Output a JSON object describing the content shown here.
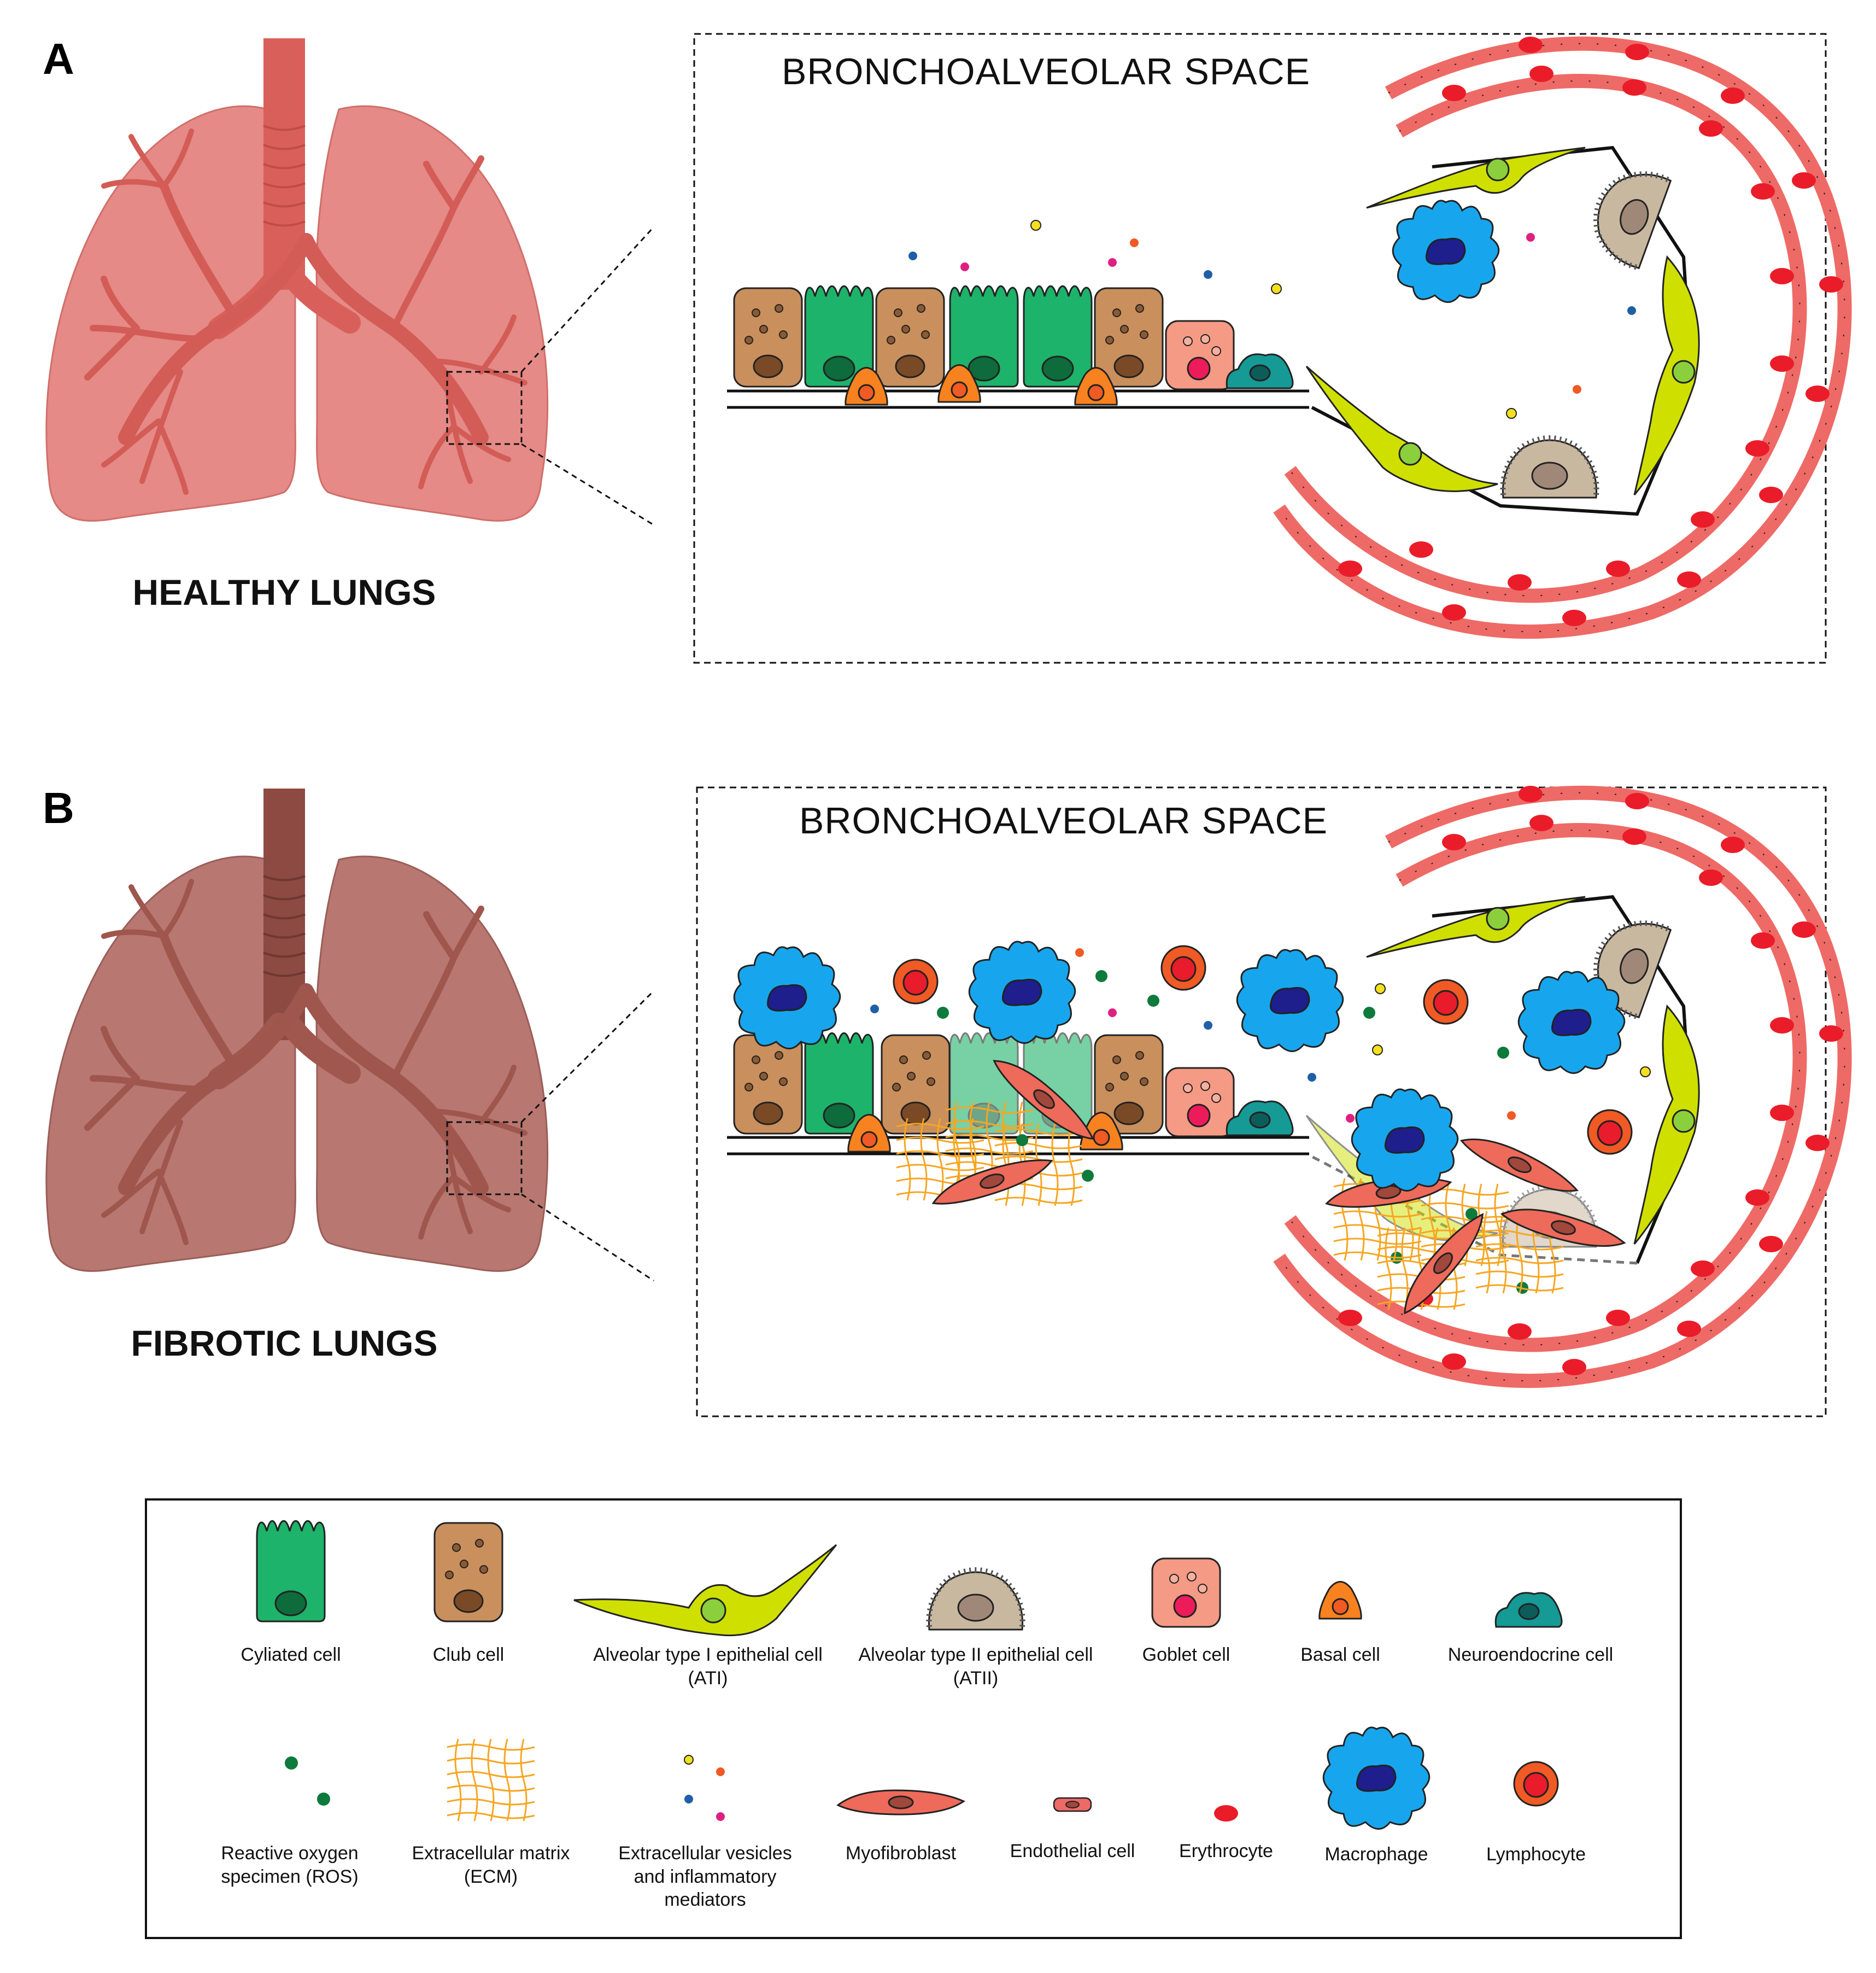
{
  "panels": [
    {
      "letter": "A",
      "caption": "HEALTHY LUNGS",
      "space_title": "BRONCHOALVEOLAR SPACE"
    },
    {
      "letter": "B",
      "caption": "FIBROTIC LUNGS",
      "space_title": "BRONCHOALVEOLAR SPACE"
    }
  ],
  "legend": {
    "row1": [
      "Cyliated cell",
      "Club cell",
      "Alveolar type I epithelial cell (ATI)",
      "Alveolar type II epithelial cell (ATII)",
      "Goblet cell",
      "Basal cell",
      "Neuroendocrine cell"
    ],
    "row2": [
      "Reactive oxygen specimen (ROS)",
      "Extracellular matrix (ECM)",
      "Extracellular vesicles and inflammatory mediators",
      "Myofibroblast",
      "Endothelial cell",
      "Erythrocyte",
      "Macrophage",
      "Lymphocyte"
    ]
  },
  "colors": {
    "healthy_lung": "#e58a86",
    "fibrotic_lung": "#b87770",
    "ciliated": "#1db36a",
    "club": "#c98f5c",
    "ati": "#cfe000",
    "atii": "#c9b8a0",
    "goblet": "#f59a84",
    "basal": "#f7821f",
    "neuroendocrine": "#159a95",
    "ros": "#0e7a3c",
    "ecm": "#f6a623",
    "myofibroblast": "#ee6a5a",
    "endothelial": "#ee6a66",
    "erythrocyte": "#ea1c2a",
    "macrophage": "#17a6ee",
    "lymphocyte": "#f05a24"
  }
}
